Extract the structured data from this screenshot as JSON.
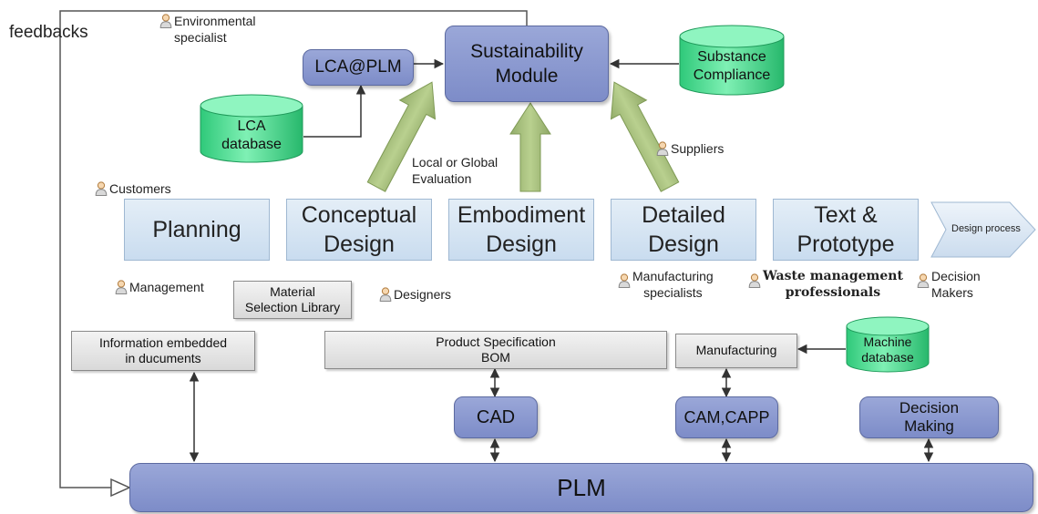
{
  "feedback_label": "feedbacks",
  "roles": {
    "environmental_specialist": "Environmental\nspecialist",
    "customers": "Customers",
    "suppliers": "Suppliers",
    "management": "Management",
    "designers": "Designers",
    "manufacturing_specialists": "Manufacturing\nspecialists",
    "waste_management_professionals": "Waste management\nprofessionals",
    "decision_makers": "Decision\nMakers"
  },
  "modules": {
    "sustainability": "Sustainability\nModule",
    "lca_plm": "LCA@PLM",
    "cad": "CAD",
    "cam_capp": "CAM,CAPP",
    "decision_making": "Decision\nMaking",
    "plm": "PLM"
  },
  "databases": {
    "lca": "LCA\ndatabase",
    "substance_compliance": "Substance\nCompliance",
    "machine": "Machine\ndatabase"
  },
  "evaluation_label": "Local or Global\nEvaluation",
  "design_phases": [
    "Planning",
    "Conceptual\nDesign",
    "Embodiment\nDesign",
    "Detailed\nDesign",
    "Text &\nPrototype"
  ],
  "design_process_label": "Design process",
  "info_boxes": {
    "material_library": "Material\nSelection Library",
    "info_embedded": "Information embedded\nin ducuments",
    "product_spec": "Product Specification\nBOM",
    "manufacturing": "Manufacturing"
  },
  "colors": {
    "module_fill": "#8794cf",
    "database_fill": "#3fd68a",
    "phase_fill": "#d6e5f3",
    "evaluation_arrow": "#a6c07a",
    "info_box_fill": "#e6e6e6"
  }
}
